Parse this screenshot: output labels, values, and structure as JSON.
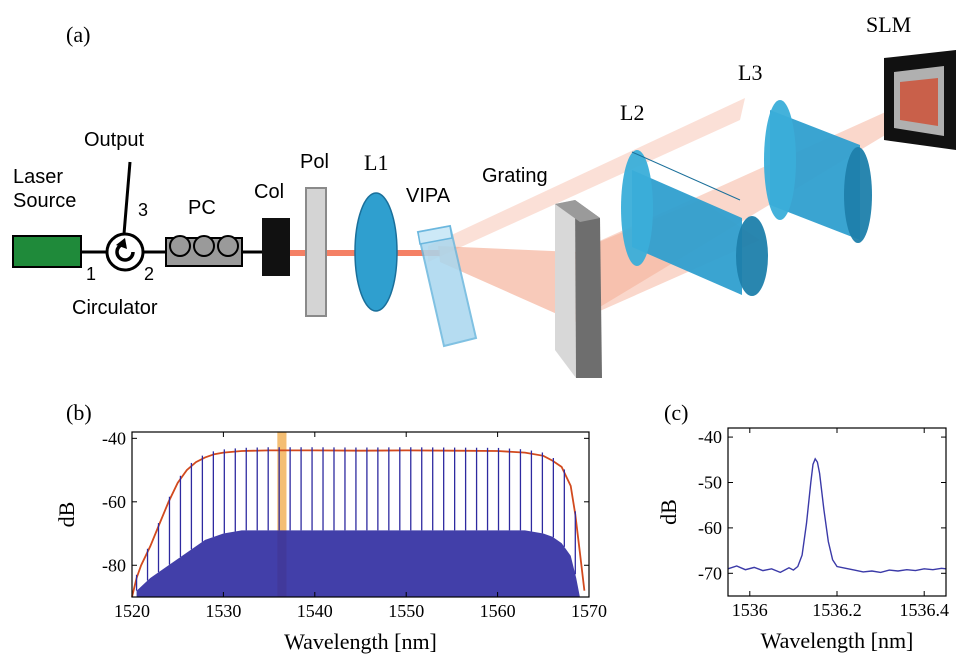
{
  "panel_a": {
    "label": "(a)",
    "components": {
      "laser": "Laser\nSource",
      "output": "Output",
      "port1": "1",
      "port2": "2",
      "port3": "3",
      "circulator": "Circulator",
      "pc": "PC",
      "col": "Col",
      "pol": "Pol",
      "l1": "L1",
      "vipa": "VIPA",
      "grating": "Grating",
      "l2": "L2",
      "l3": "L3",
      "slm": "SLM"
    },
    "colors": {
      "laser": "#1f8a3a",
      "beam": "#f4a78c",
      "lens": "#2f9fcf",
      "grating": "#6e6e6e",
      "slm_frame": "#111111",
      "slm_active": "#c9604a"
    }
  },
  "chart_data": [
    {
      "panel": "(b)",
      "type": "line",
      "xlabel": "Wavelength [nm]",
      "ylabel": "dB",
      "xlim": [
        1520,
        1570
      ],
      "ylim": [
        -90,
        -38
      ],
      "xticks": [
        1520,
        1530,
        1540,
        1550,
        1560,
        1570
      ],
      "yticks": [
        -40,
        -60,
        -80
      ],
      "highlight_band": [
        1535.9,
        1536.9
      ],
      "highlight_color": "#f0a844",
      "series": [
        {
          "color": "#d24a1e",
          "points": [
            [
              1520,
              -90
            ],
            [
              1520.5,
              -84
            ],
            [
              1521,
              -80
            ],
            [
              1522,
              -74
            ],
            [
              1523,
              -67
            ],
            [
              1524,
              -60
            ],
            [
              1525,
              -54
            ],
            [
              1526,
              -50
            ],
            [
              1527,
              -47.5
            ],
            [
              1528,
              -46
            ],
            [
              1529,
              -45
            ],
            [
              1530,
              -44.5
            ],
            [
              1532,
              -44
            ],
            [
              1535,
              -43.8
            ],
            [
              1540,
              -43.8
            ],
            [
              1545,
              -43.9
            ],
            [
              1550,
              -43.8
            ],
            [
              1555,
              -43.9
            ],
            [
              1560,
              -44
            ],
            [
              1563,
              -44.5
            ],
            [
              1565,
              -45.5
            ],
            [
              1566,
              -47
            ],
            [
              1567,
              -49
            ],
            [
              1568,
              -55
            ],
            [
              1568.5,
              -64
            ],
            [
              1569,
              -76
            ],
            [
              1569.5,
              -88
            ]
          ]
        },
        {
          "color": "#2e2aa0",
          "floor": [
            [
              1520.5,
              -88
            ],
            [
              1522,
              -84
            ],
            [
              1524,
              -80
            ],
            [
              1526,
              -76
            ],
            [
              1528,
              -72
            ],
            [
              1530,
              -70
            ],
            [
              1532,
              -69
            ],
            [
              1550,
              -69
            ],
            [
              1563,
              -69
            ],
            [
              1565,
              -70
            ],
            [
              1566,
              -71
            ],
            [
              1567,
              -73
            ],
            [
              1568,
              -77
            ],
            [
              1568.6,
              -84
            ],
            [
              1569,
              -90
            ]
          ],
          "comb_start": 1520.5,
          "comb_spacing": 1.2,
          "comb_count": 41
        }
      ]
    },
    {
      "panel": "(c)",
      "type": "line",
      "xlabel": "Wavelength [nm]",
      "ylabel": "dB",
      "xlim": [
        1535.95,
        1536.45
      ],
      "ylim": [
        -75,
        -38
      ],
      "xticks": [
        1536,
        1536.2,
        1536.4
      ],
      "yticks": [
        -40,
        -50,
        -60,
        -70
      ],
      "series": [
        {
          "color": "#3b3aa8",
          "points": [
            [
              1535.95,
              -69
            ],
            [
              1535.97,
              -68.4
            ],
            [
              1535.99,
              -69.2
            ],
            [
              1536.01,
              -68.7
            ],
            [
              1536.03,
              -69.4
            ],
            [
              1536.05,
              -69
            ],
            [
              1536.07,
              -69.8
            ],
            [
              1536.09,
              -68.8
            ],
            [
              1536.1,
              -69.3
            ],
            [
              1536.11,
              -68.5
            ],
            [
              1536.12,
              -66
            ],
            [
              1536.13,
              -59
            ],
            [
              1536.14,
              -50
            ],
            [
              1536.145,
              -46
            ],
            [
              1536.15,
              -44.8
            ],
            [
              1536.155,
              -45.5
            ],
            [
              1536.16,
              -48
            ],
            [
              1536.17,
              -56
            ],
            [
              1536.18,
              -63
            ],
            [
              1536.19,
              -67
            ],
            [
              1536.2,
              -68.5
            ],
            [
              1536.22,
              -68.9
            ],
            [
              1536.24,
              -69.3
            ],
            [
              1536.26,
              -69.7
            ],
            [
              1536.28,
              -69.5
            ],
            [
              1536.3,
              -69.8
            ],
            [
              1536.32,
              -69.3
            ],
            [
              1536.34,
              -69.5
            ],
            [
              1536.36,
              -69.2
            ],
            [
              1536.38,
              -69.4
            ],
            [
              1536.4,
              -69
            ],
            [
              1536.42,
              -69.2
            ],
            [
              1536.44,
              -68.9
            ],
            [
              1536.45,
              -69
            ]
          ]
        }
      ]
    }
  ]
}
